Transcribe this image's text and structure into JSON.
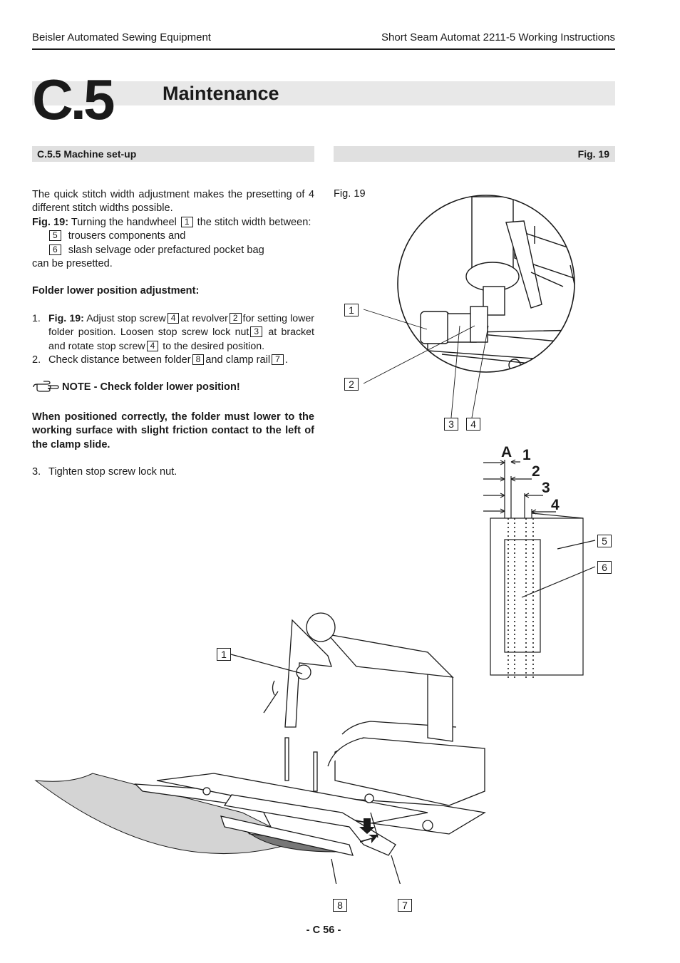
{
  "header": {
    "left": "Beisler Automated Sewing Equipment",
    "right": "Short Seam Automat 2211-5 Working Instructions"
  },
  "chapter": {
    "number": "C.5",
    "title": "Maintenance"
  },
  "section_bar": {
    "left": "C.5.5 Machine set-up",
    "right": "Fig. 19"
  },
  "intro": "The quick stitch width adjustment makes the presetting of 4 different stitch widths possible.",
  "fig_ref": "Fig. 19:",
  "turning_a": "Turning the handwheel",
  "turning_b": "the stitch width between:",
  "items": [
    {
      "num": "5",
      "text": "trousers components and"
    },
    {
      "num": "6",
      "text": "slash selvage oder prefactured pocket bag"
    }
  ],
  "presetted": "can be presetted.",
  "subheading": "Folder lower position adjustment:",
  "steps": {
    "s1_num": "1.",
    "s1_fig": "Fig. 19:",
    "s1_a": "Adjust  stop screw",
    "s1_b": "at revolver",
    "s1_c": "for setting lower folder position. Loosen stop screw lock nut",
    "s1_d": "at bracket and rotate stop screw",
    "s1_e": "to the desired position.",
    "s2_num": "2.",
    "s2_a": "Check distance between folder",
    "s2_b": "and clamp rail",
    "s2_c": ".",
    "s3_num": "3.",
    "s3_text": "Tighten stop screw lock nut."
  },
  "callouts": {
    "c1": "1",
    "c2": "2",
    "c3": "3",
    "c4": "4",
    "c5": "5",
    "c6": "6",
    "c7": "7",
    "c8": "8"
  },
  "note": "NOTE - Check folder lower position!",
  "warning": "When positioned correctly, the folder must lower to the working surface with slight friction contact to the left of the clamp slide.",
  "figure": {
    "caption": "Fig. 19",
    "stitch_letter": "A",
    "stitch_nums": [
      "1",
      "2",
      "3",
      "4"
    ]
  },
  "footer": "- C 56 -",
  "colors": {
    "band": "#e8e8e8",
    "section_bar": "#e0e0e0",
    "ink": "#1a1a1a",
    "fabric": "#d4d4d4"
  }
}
